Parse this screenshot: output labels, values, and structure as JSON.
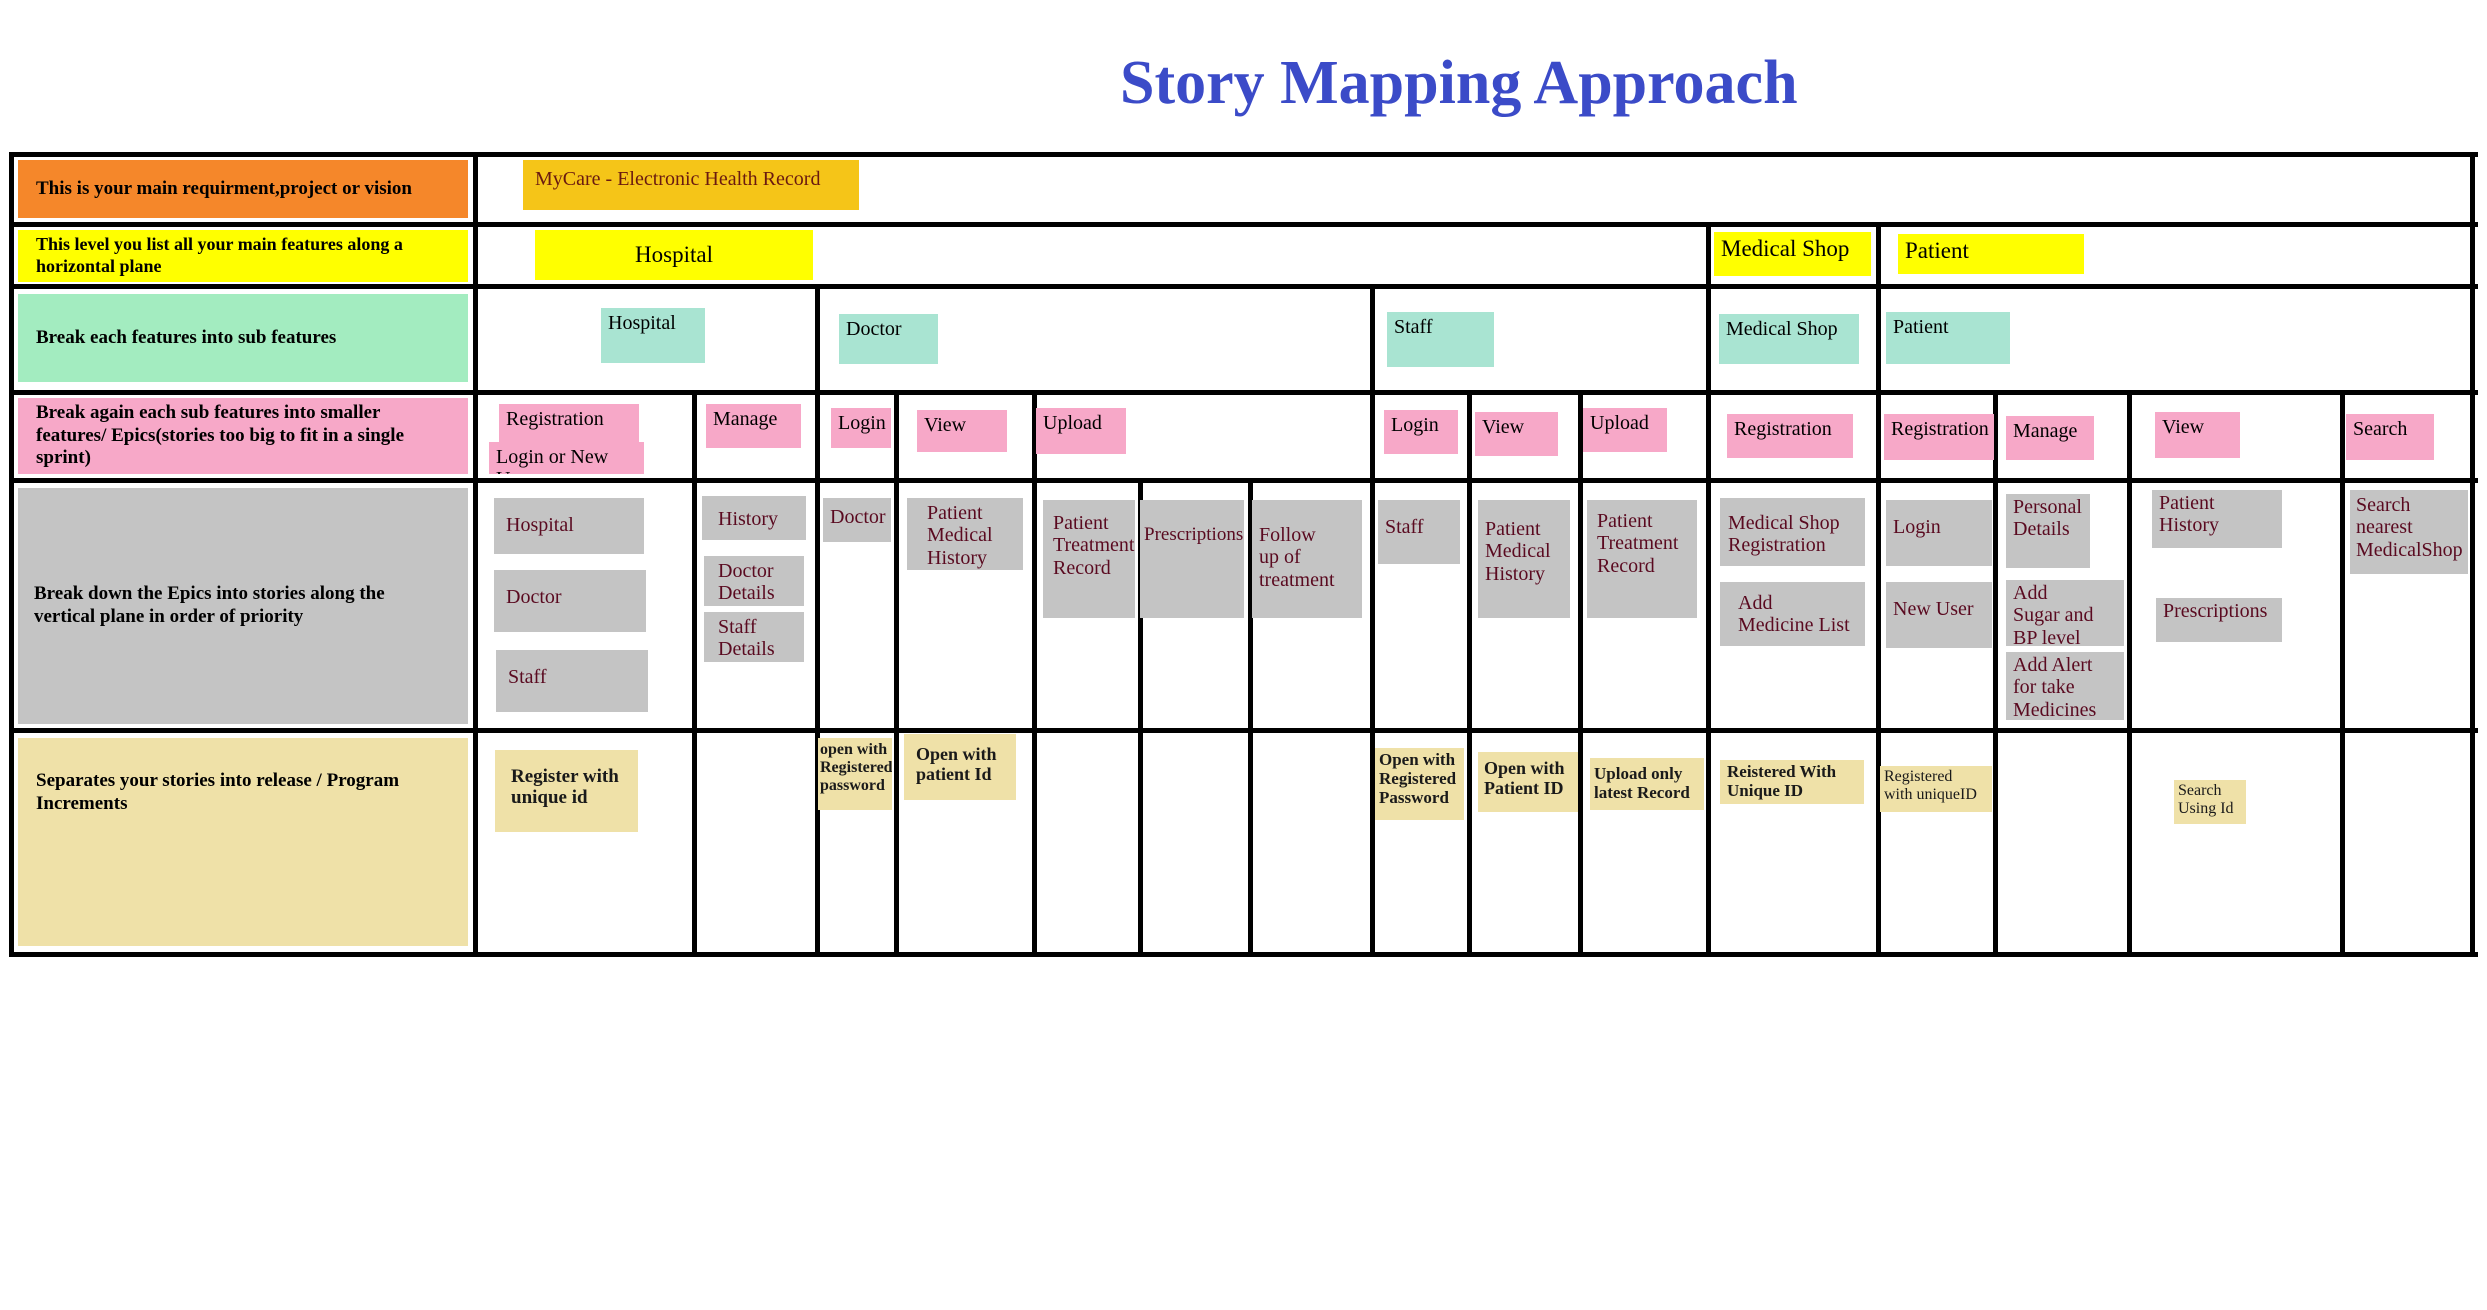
{
  "title": "Story Mapping Approach",
  "row_labels": [
    "This is your main requirment,project or vision",
    "This level you list all your main features along a horizontal plane",
    "Break each features into sub features",
    "Break again each sub features into  smaller features/ Epics(stories too big to fit in a single sprint)",
    "Break down the Epics into stories along the vertical plane in order of priority",
    "Separates your stories into release / Program Increments"
  ],
  "vision": "MyCare - Electronic Health Record",
  "features": [
    "Hospital",
    "Medical Shop",
    "Patient"
  ],
  "sub_features": [
    "Hospital",
    "Doctor",
    "Staff",
    "Medical Shop",
    "Patient"
  ],
  "epics": {
    "hospital_registration": "Registration",
    "hospital_login_new_user": "Login or New User",
    "hospital_manage": "Manage",
    "doctor_login": "Login",
    "doctor_view": "View",
    "doctor_upload": "Upload",
    "staff_login": "Login",
    "staff_view": "View",
    "staff_upload": "Upload",
    "shop_registration": "Registration",
    "patient_registration": "Registration",
    "patient_manage": "Manage",
    "patient_view": "View",
    "patient_search": "Search"
  },
  "stories": {
    "s_hospital": "Hospital",
    "s_doctor": "Doctor",
    "s_staff": "Staff",
    "s_history": "History",
    "s_doctor_details": "Doctor\nDetails",
    "s_staff_details": "Staff\nDetails",
    "s_doc": "Doctor",
    "s_patient_medical_history": "Patient\nMedical\nHistory",
    "s_patient_treatment_record": "Patient\nTreatment\nRecord",
    "s_prescriptions": "Prescriptions",
    "s_follow_up": "Follow\nup of\ntreatment",
    "s_staff2": "Staff",
    "s_staff_patient_medical_history": "Patient\nMedical\nHistory",
    "s_staff_patient_treatment_record": "Patient\nTreatment\nRecord",
    "s_shop_registration": "Medical Shop\nRegistration",
    "s_add_medicine_list": "Add\n Medicine List",
    "s_login": "Login",
    "s_new_user": "New User",
    "s_personal_details": "Personal\nDetails",
    "s_add_sugar": "Add\nSugar and\nBP level",
    "s_add_alert": "Add Alert\n for take\nMedicines",
    "s_patient_history": "Patient\nHistory",
    "s_patient_prescriptions": "Prescriptions",
    "s_search_nearest": "Search\nnearest\nMedicalShop"
  },
  "releases": {
    "r_register_unique": "Register with\nunique id",
    "r_doctor_open": "open with\nRegistered\npassword",
    "r_open_patient_id": "Open with\npatient Id",
    "r_staff_open": "Open with\nRegistered\nPassword",
    "r_open_patient_id2": "Open with\nPatient ID",
    "r_upload_latest": "Upload only\nlatest Record",
    "r_shop_registered": "Reistered With\nUnique ID",
    "r_patient_registered": "Registered\nwith uniqueID",
    "r_search_id": "Search\nUsing Id"
  },
  "colors": {
    "title": "#3b4bc8",
    "vision_label": "#f5872a",
    "feature": "#ffff00",
    "sub_feature": "#a9e4d2",
    "epic": "#f7a8c8",
    "story": "#c4c4c4",
    "release": "#efe1a8"
  }
}
